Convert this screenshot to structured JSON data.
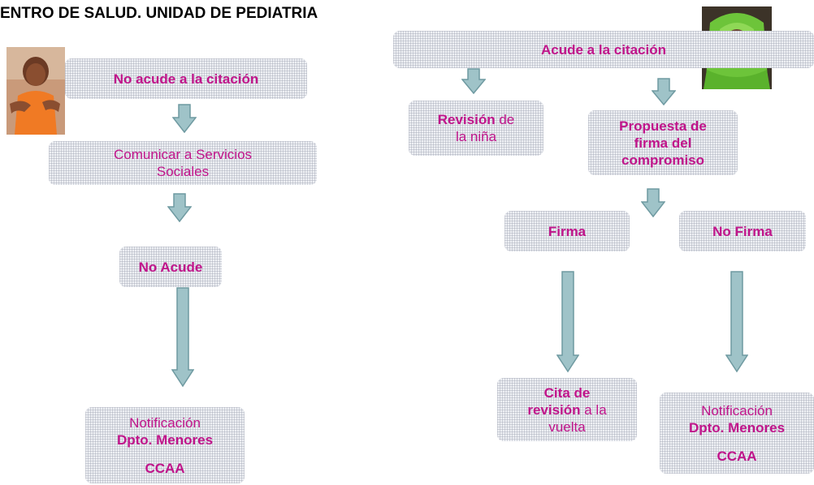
{
  "title": "ENTRO DE SALUD. UNIDAD DE PEDIATRIA",
  "left": {
    "no_acude_citacion": "No acude a la citación",
    "comunicar_line1": "Comunicar a Servicios",
    "comunicar_line2": "Sociales",
    "no_acude": "No Acude",
    "notif_line1": "Notificación",
    "notif_line2": "Dpto. Menores",
    "notif_line3": "CCAA"
  },
  "right": {
    "acude_citacion": "Acude a la citación",
    "revision_bold": "Revisión",
    "revision_rest1": " de",
    "revision_line2": "la niña",
    "propuesta_line1": "Propuesta de",
    "propuesta_line2": "firma del",
    "propuesta_line3": "compromiso",
    "firma": "Firma",
    "no_firma": "No Firma",
    "cita_line1": "Cita de",
    "cita_bold": "revisión",
    "cita_rest": " a la",
    "cita_line3": "vuelta",
    "notif_line1": "Notificación",
    "notif_line2": "Dpto. Menores",
    "notif_line3": "CCAA"
  },
  "colors": {
    "text_magenta": "#c0148a",
    "arrow_fill": "#9fc3c8",
    "arrow_stroke": "#6f9aa1",
    "box_bg": "#eef0f4"
  },
  "images": {
    "left_photo": "girl-in-orange-photo",
    "right_photo": "girl-in-green-headscarf-photo"
  }
}
